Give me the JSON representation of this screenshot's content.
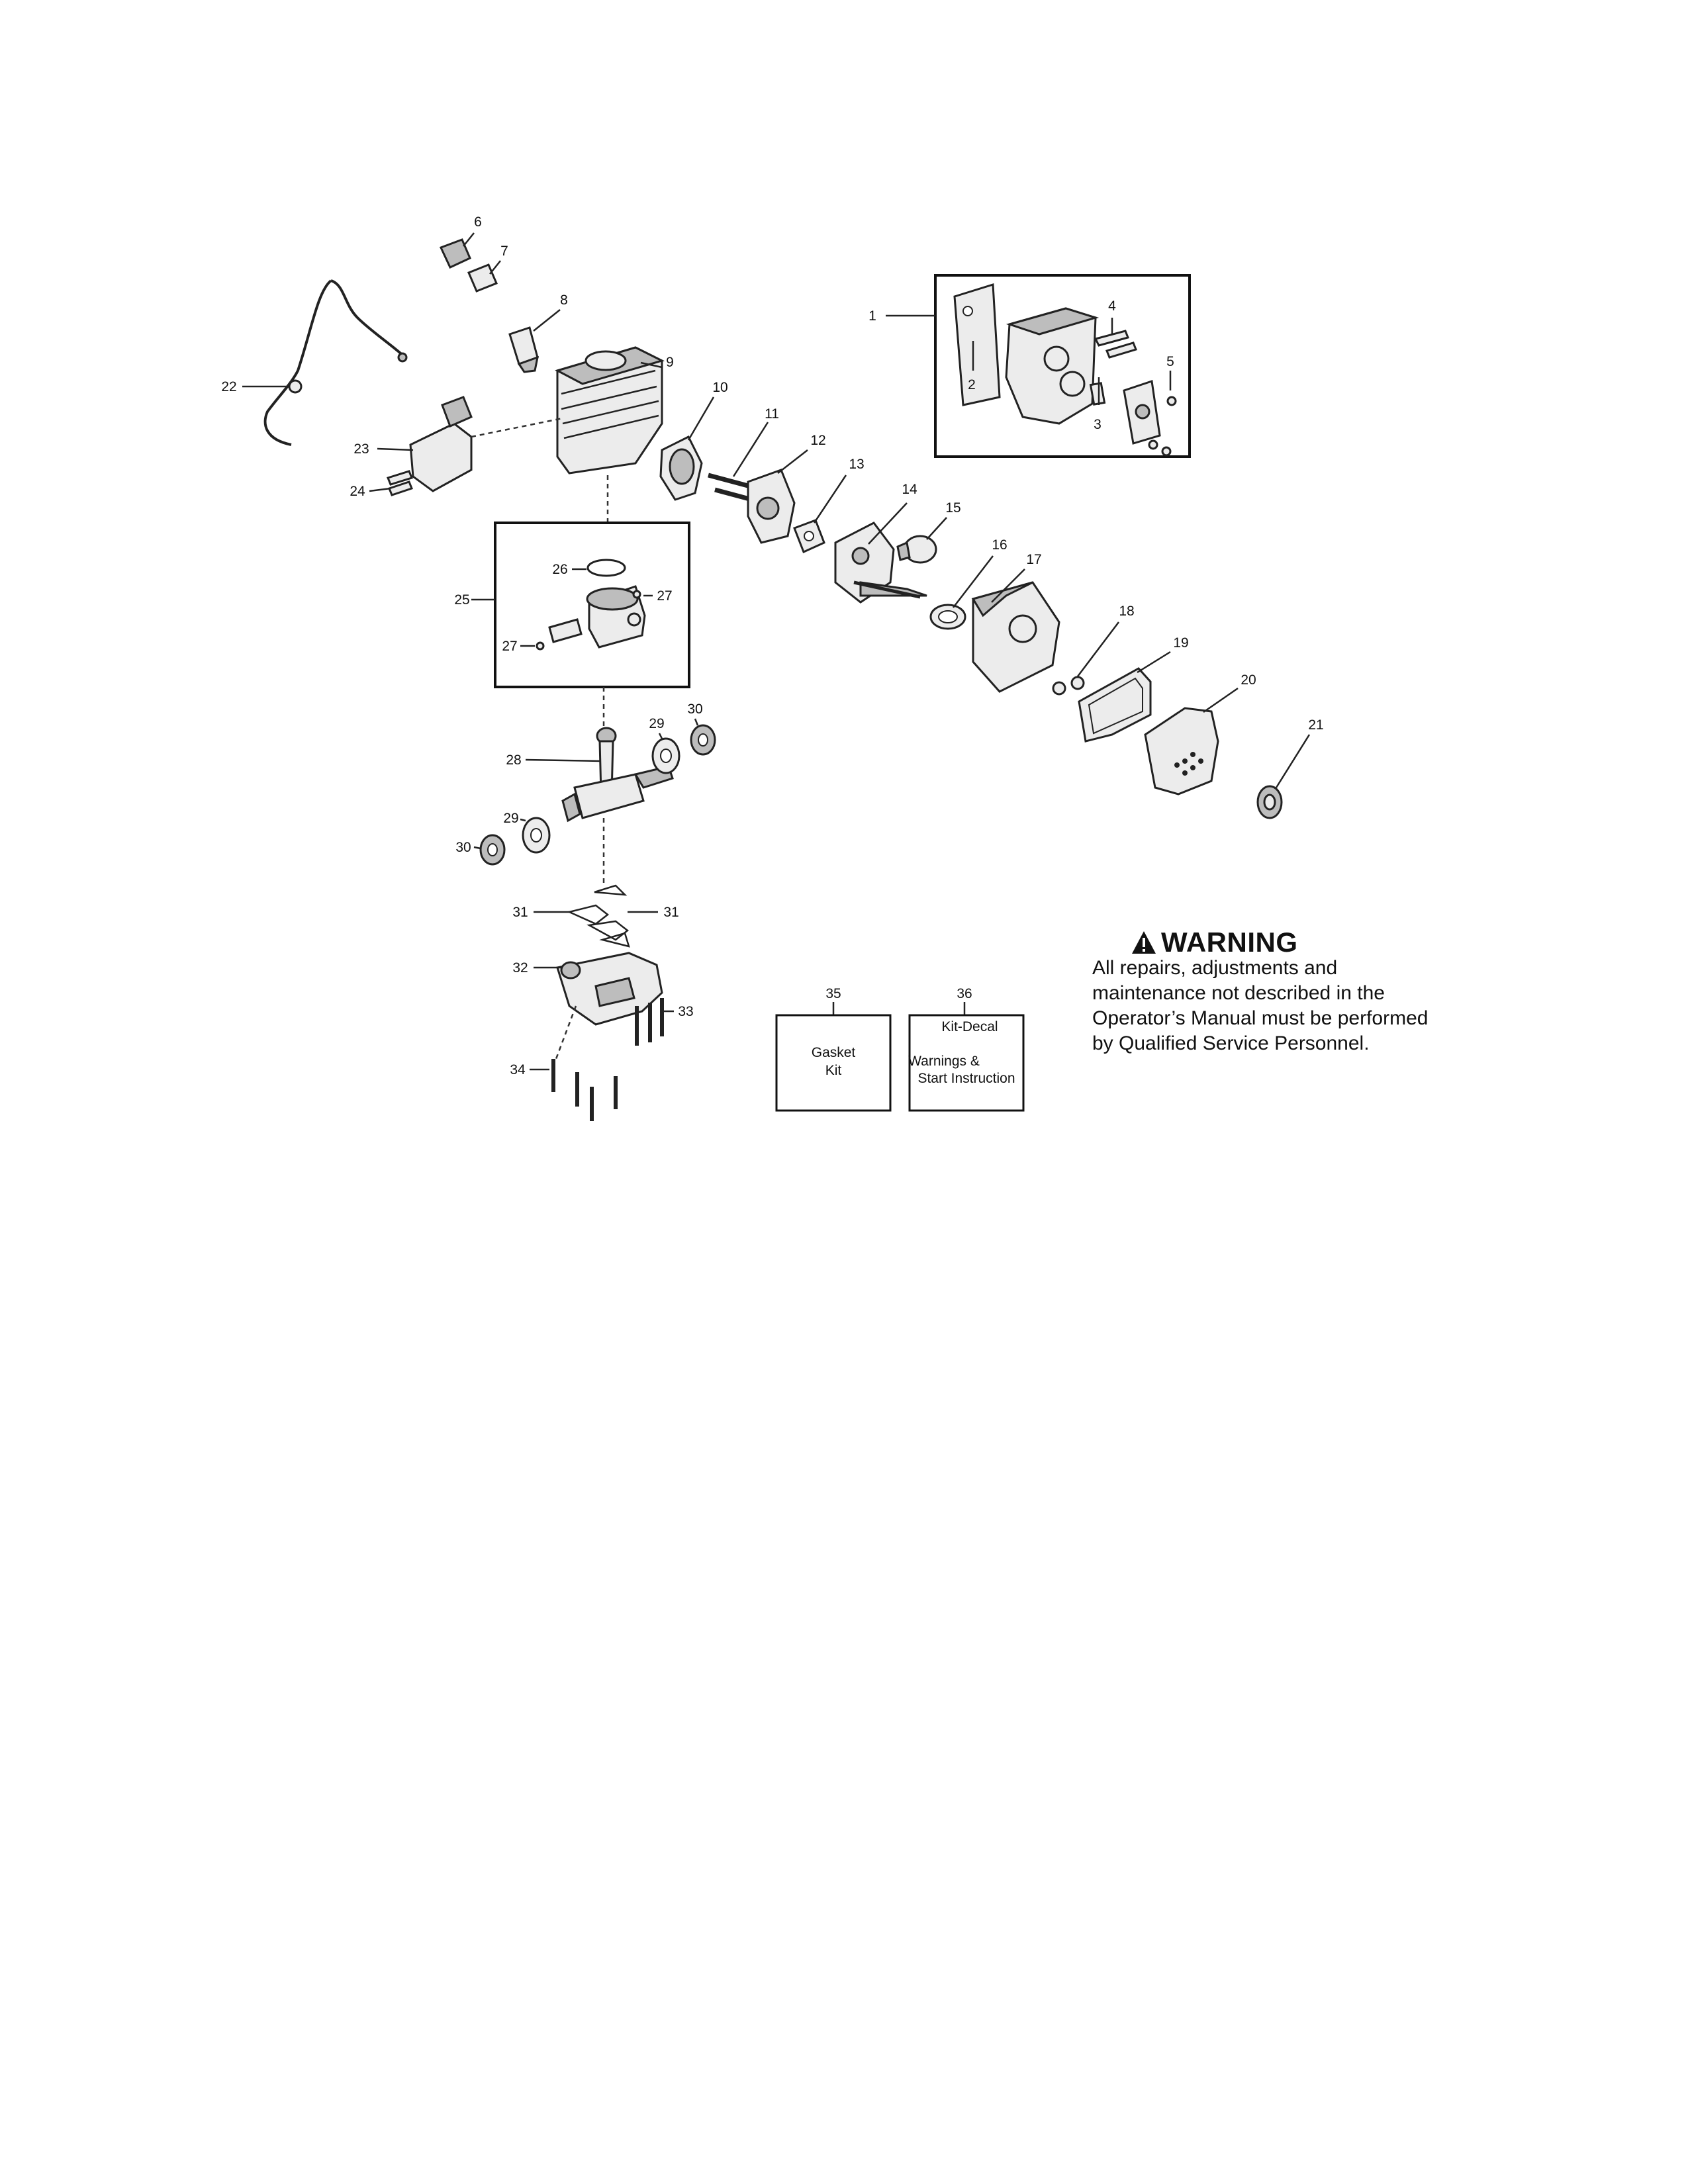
{
  "callouts": [
    "1",
    "2",
    "3",
    "4",
    "5",
    "6",
    "7",
    "8",
    "9",
    "10",
    "11",
    "12",
    "13",
    "14",
    "15",
    "16",
    "17",
    "18",
    "19",
    "20",
    "21",
    "22",
    "23",
    "24",
    "25",
    "26",
    "27",
    "27",
    "28",
    "29",
    "29",
    "30",
    "30",
    "31",
    "31",
    "32",
    "33",
    "34",
    "35",
    "36"
  ],
  "kits": {
    "gasket": {
      "number": "35",
      "line1": "Gasket",
      "line2": "Kit"
    },
    "decal": {
      "number": "36",
      "line1": "Kit-Decal",
      "line2": "Warnings &",
      "line3": "Start Instruction"
    }
  },
  "warning": {
    "heading": "WARNING",
    "body": "All repairs, adjustments and maintenance not described in the Operator’s Manual must be performed by Qualified Service Personnel."
  },
  "icons": {
    "warning": "warning-triangle-icon"
  }
}
